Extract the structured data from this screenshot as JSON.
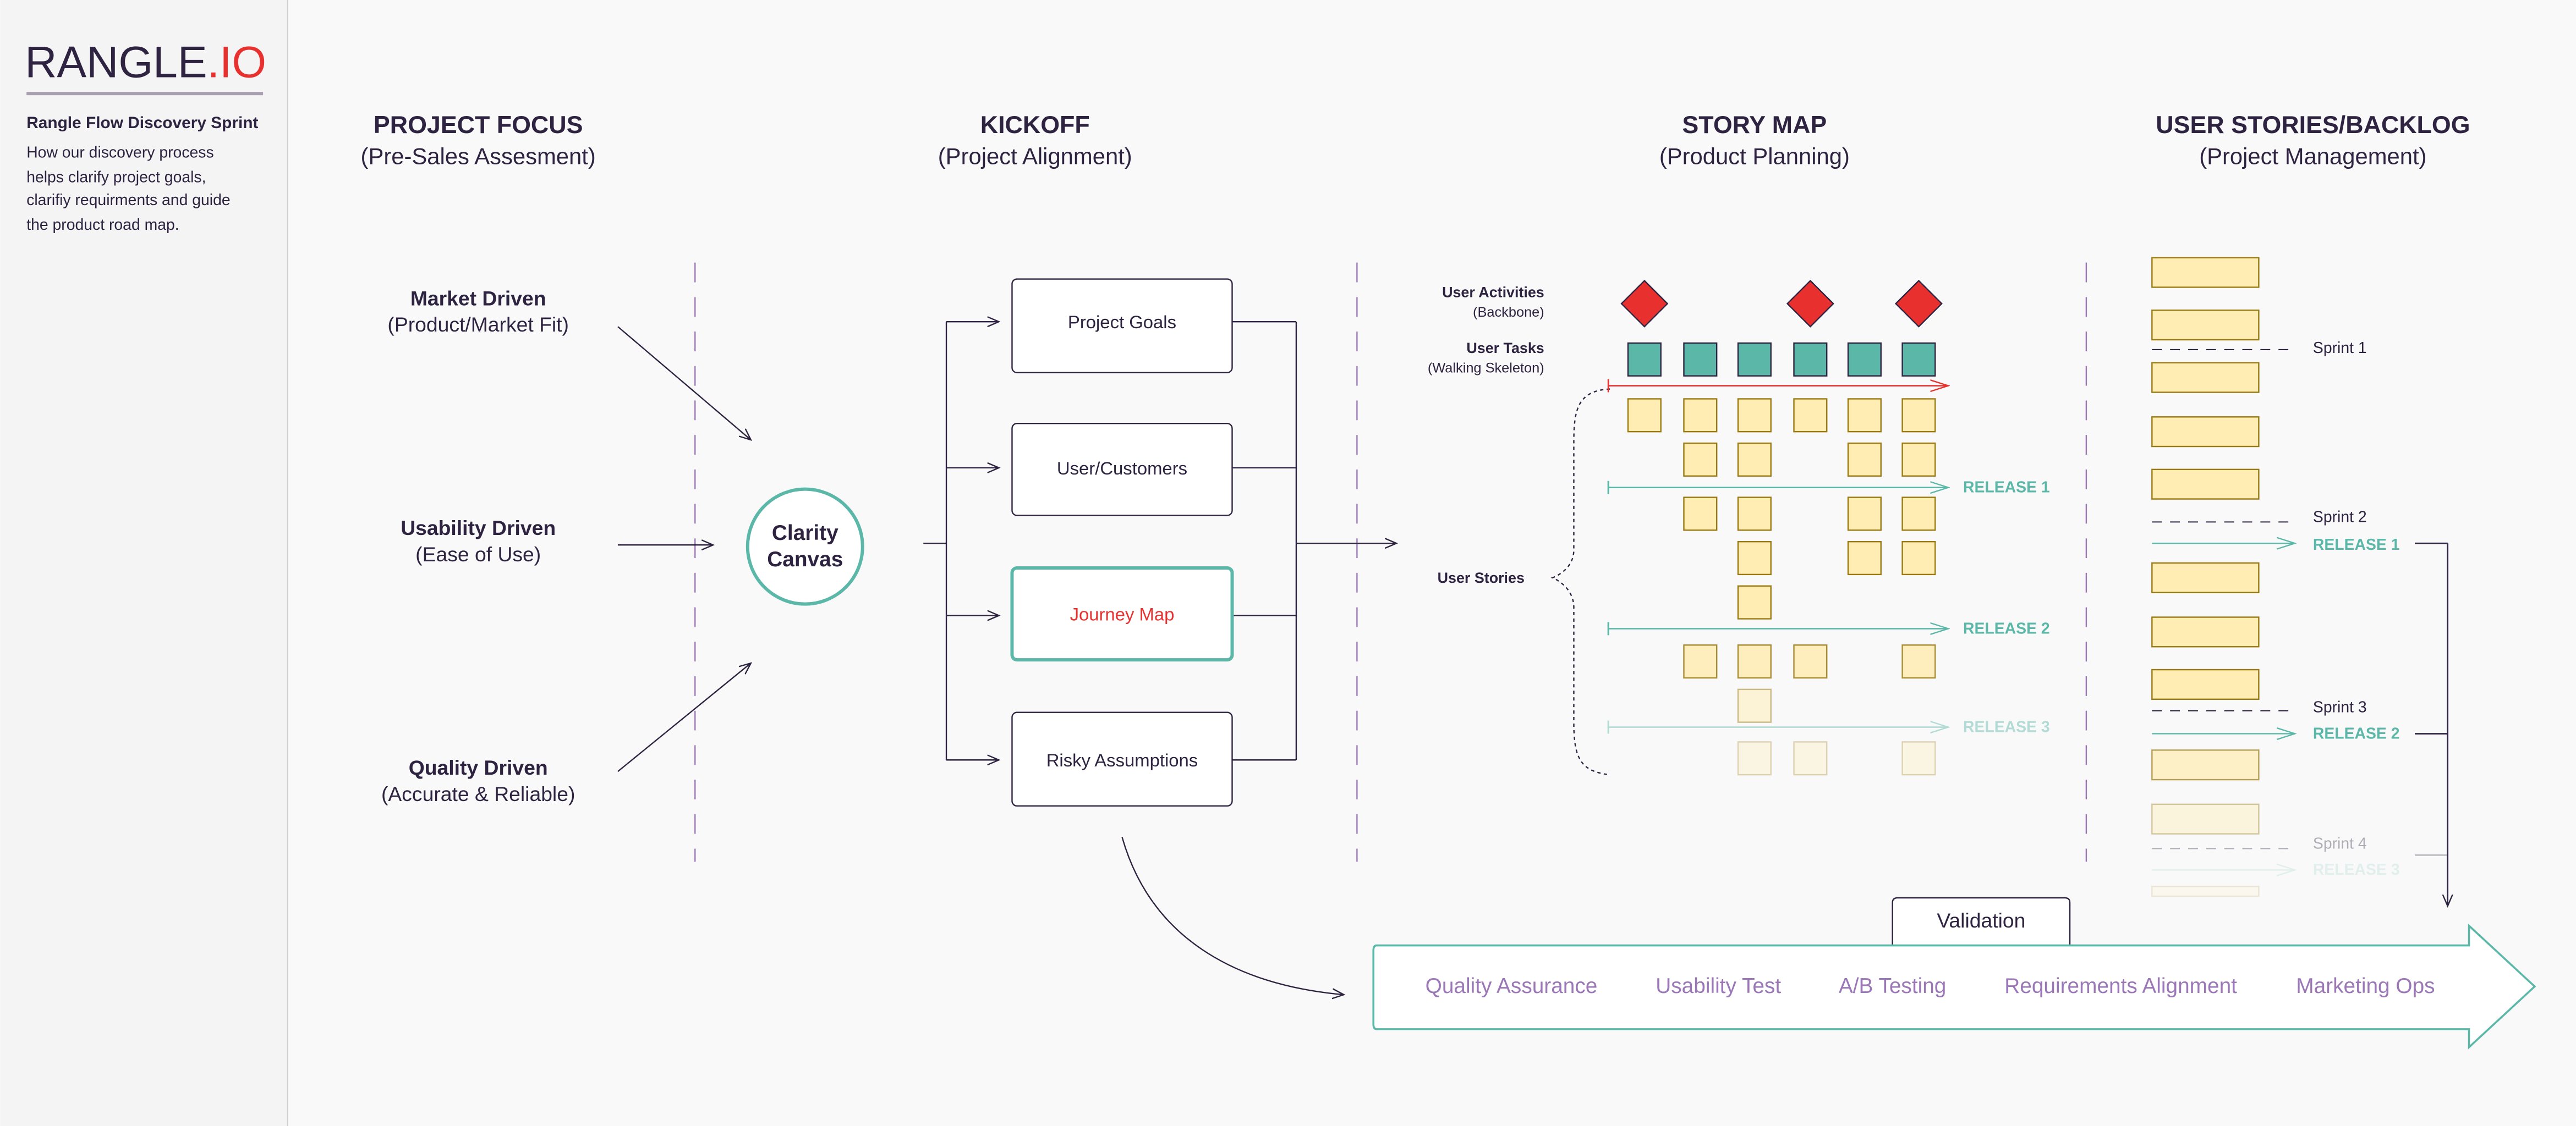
{
  "sidebar": {
    "logo_main": "RANGLE",
    "logo_accent": ".IO",
    "title": "Rangle Flow Discovery Sprint",
    "description": [
      "How our discovery process",
      "helps clarify project goals,",
      "clarifiy requirments and guide",
      "the product road map."
    ]
  },
  "columns": [
    {
      "title": "PROJECT FOCUS",
      "subtitle": "(Pre-Sales Assesment)"
    },
    {
      "title": "KICKOFF",
      "subtitle": "(Project Alignment)"
    },
    {
      "title": "STORY MAP",
      "subtitle": "(Product Planning)"
    },
    {
      "title": "USER STORIES/BACKLOG",
      "subtitle": "(Project Management)"
    }
  ],
  "focus": [
    {
      "label": "Market Driven",
      "sub": "(Product/Market Fit)"
    },
    {
      "label": "Usability Driven",
      "sub": "(Ease of Use)"
    },
    {
      "label": "Quality Driven",
      "sub": "(Accurate & Reliable)"
    }
  ],
  "canvas": {
    "line1": "Clarity",
    "line2": "Canvas"
  },
  "kickoff": [
    "Project Goals",
    "User/Customers",
    "Journey Map",
    "Risky Assumptions"
  ],
  "story_map": {
    "activities": "User Activities",
    "activities_sub": "(Backbone)",
    "tasks": "User Tasks",
    "tasks_sub": "(Walking Skeleton)",
    "stories": "User Stories",
    "releases": [
      "RELEASE 1",
      "RELEASE 2",
      "RELEASE 3"
    ]
  },
  "backlog": {
    "sprints": [
      "Sprint 1",
      "Sprint 2",
      "Sprint 3",
      "Sprint 4"
    ],
    "releases": [
      "RELEASE 1",
      "RELEASE 2",
      "RELEASE 3"
    ]
  },
  "validation": {
    "tab": "Validation",
    "items": [
      "Quality Assurance",
      "Usability Test",
      "A/B Testing",
      "Requirements Alignment",
      "Marketing Ops"
    ]
  },
  "colors": {
    "dark": "#2e2340",
    "red": "#e8312f",
    "teal": "#5bb8a8",
    "yellow": "#ffedb3",
    "yellow_border": "#9a7a10",
    "purple": "#9b77b8"
  }
}
